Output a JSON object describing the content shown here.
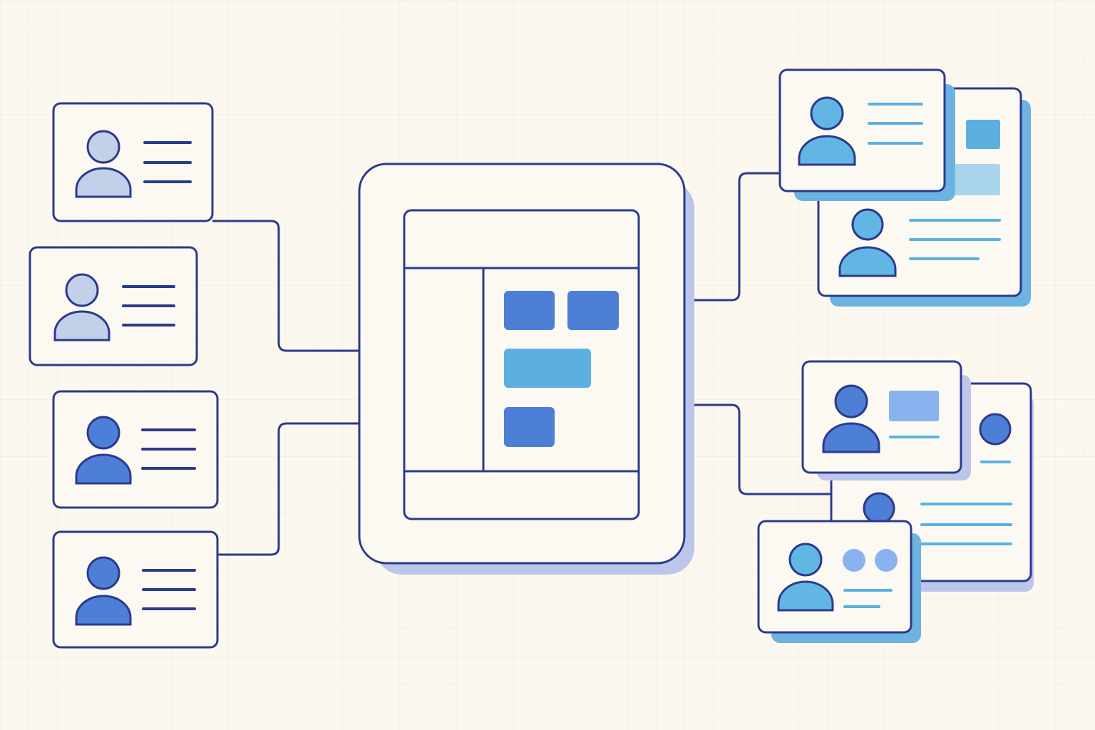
{
  "colors": {
    "background": "#fdf8ef",
    "grid": "#f0e8dc",
    "outline": "#2b3a8c",
    "card_fill": "#fcf9f2",
    "shadow_navy": "#bcc5ea",
    "shadow_sky": "#6cb3e2",
    "avatar_pale": "#c3d0ea",
    "avatar_royal": "#4d7fd6",
    "avatar_sky": "#62b6e4",
    "block_royal": "#4d7fd6",
    "block_sky": "#5bb0e0",
    "block_pale": "#aad4ee",
    "block_periwinkle": "#8ab2ee",
    "line_sky": "#5ab1e0"
  },
  "icons": [
    "user-avatar-icon",
    "dashboard-window-icon",
    "profile-card-icon"
  ],
  "diagram": {
    "hub": "central-dashboard-window",
    "left_cards": 4,
    "right_groups": 2
  }
}
